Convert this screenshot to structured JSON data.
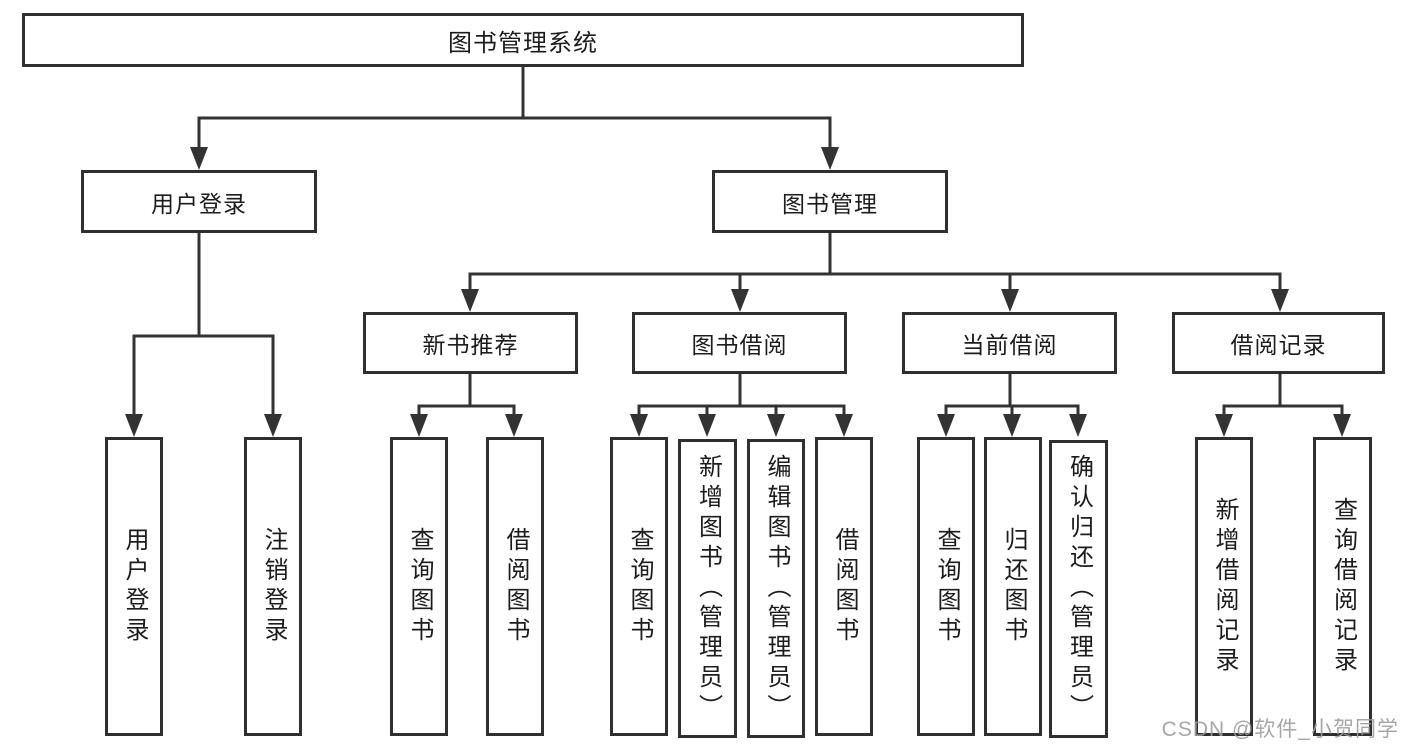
{
  "diagram": {
    "root_label": "图书管理系统",
    "login": {
      "label": "用户登录",
      "children": [
        "用户登录",
        "注销登录"
      ]
    },
    "management": {
      "label": "图书管理",
      "modules": [
        {
          "label": "新书推荐",
          "children": [
            "查询图书",
            "借阅图书"
          ]
        },
        {
          "label": "图书借阅",
          "children": [
            "查询图书",
            "新增图书（管理员）",
            "编辑图书（管理员）",
            "借阅图书"
          ]
        },
        {
          "label": "当前借阅",
          "children": [
            "查询图书",
            "归还图书",
            "确认归还（管理员）"
          ]
        },
        {
          "label": "借阅记录",
          "children": [
            "新增借阅记录",
            "查询借阅记录"
          ]
        }
      ]
    },
    "colors": {
      "line": "#333333",
      "box_border": "#2f2f2f",
      "text": "#1c1c1c",
      "watermark": "#9d9d9d",
      "background": "#ffffff"
    },
    "watermark_text": "CSDN @软件_小贺同学"
  }
}
